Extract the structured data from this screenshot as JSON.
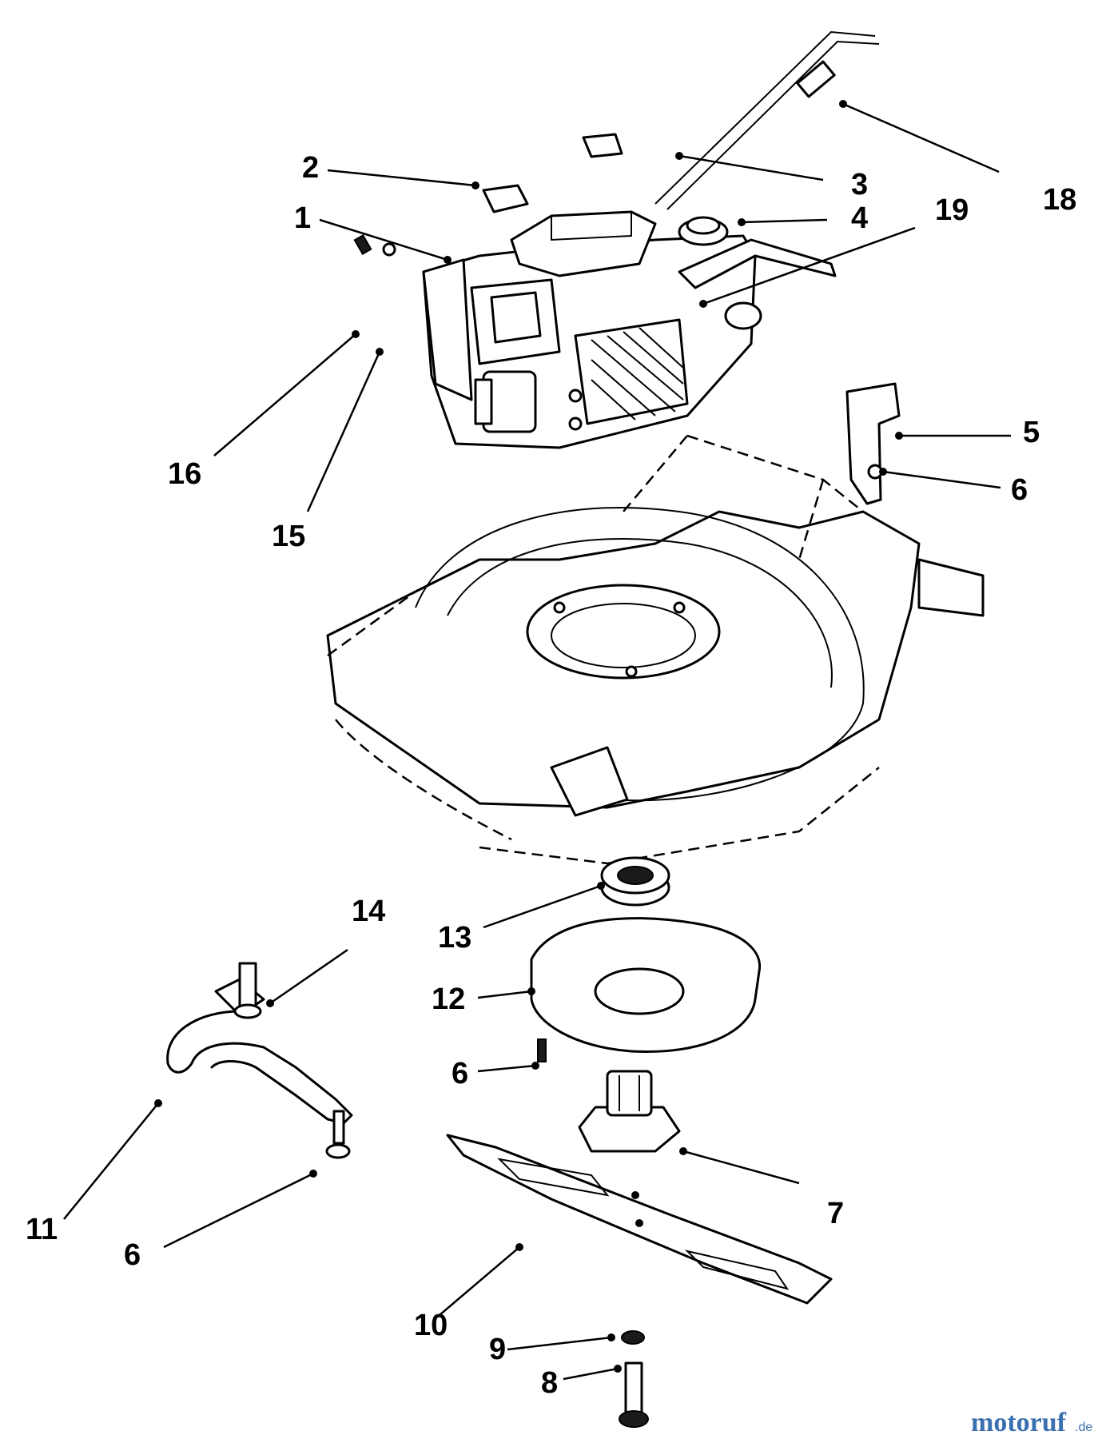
{
  "diagram": {
    "callouts": [
      {
        "id": "c1",
        "label": "1"
      },
      {
        "id": "c2",
        "label": "2"
      },
      {
        "id": "c3",
        "label": "3"
      },
      {
        "id": "c4",
        "label": "4"
      },
      {
        "id": "c5",
        "label": "5"
      },
      {
        "id": "c6a",
        "label": "6"
      },
      {
        "id": "c6b",
        "label": "6"
      },
      {
        "id": "c6c",
        "label": "6"
      },
      {
        "id": "c7",
        "label": "7"
      },
      {
        "id": "c8",
        "label": "8"
      },
      {
        "id": "c9",
        "label": "9"
      },
      {
        "id": "c10",
        "label": "10"
      },
      {
        "id": "c11",
        "label": "11"
      },
      {
        "id": "c12",
        "label": "12"
      },
      {
        "id": "c13",
        "label": "13"
      },
      {
        "id": "c14",
        "label": "14"
      },
      {
        "id": "c15",
        "label": "15"
      },
      {
        "id": "c16",
        "label": "16"
      },
      {
        "id": "c18",
        "label": "18"
      },
      {
        "id": "c19",
        "label": "19"
      }
    ]
  },
  "watermark": {
    "brand": "motoruf",
    "suffix": ".de"
  }
}
